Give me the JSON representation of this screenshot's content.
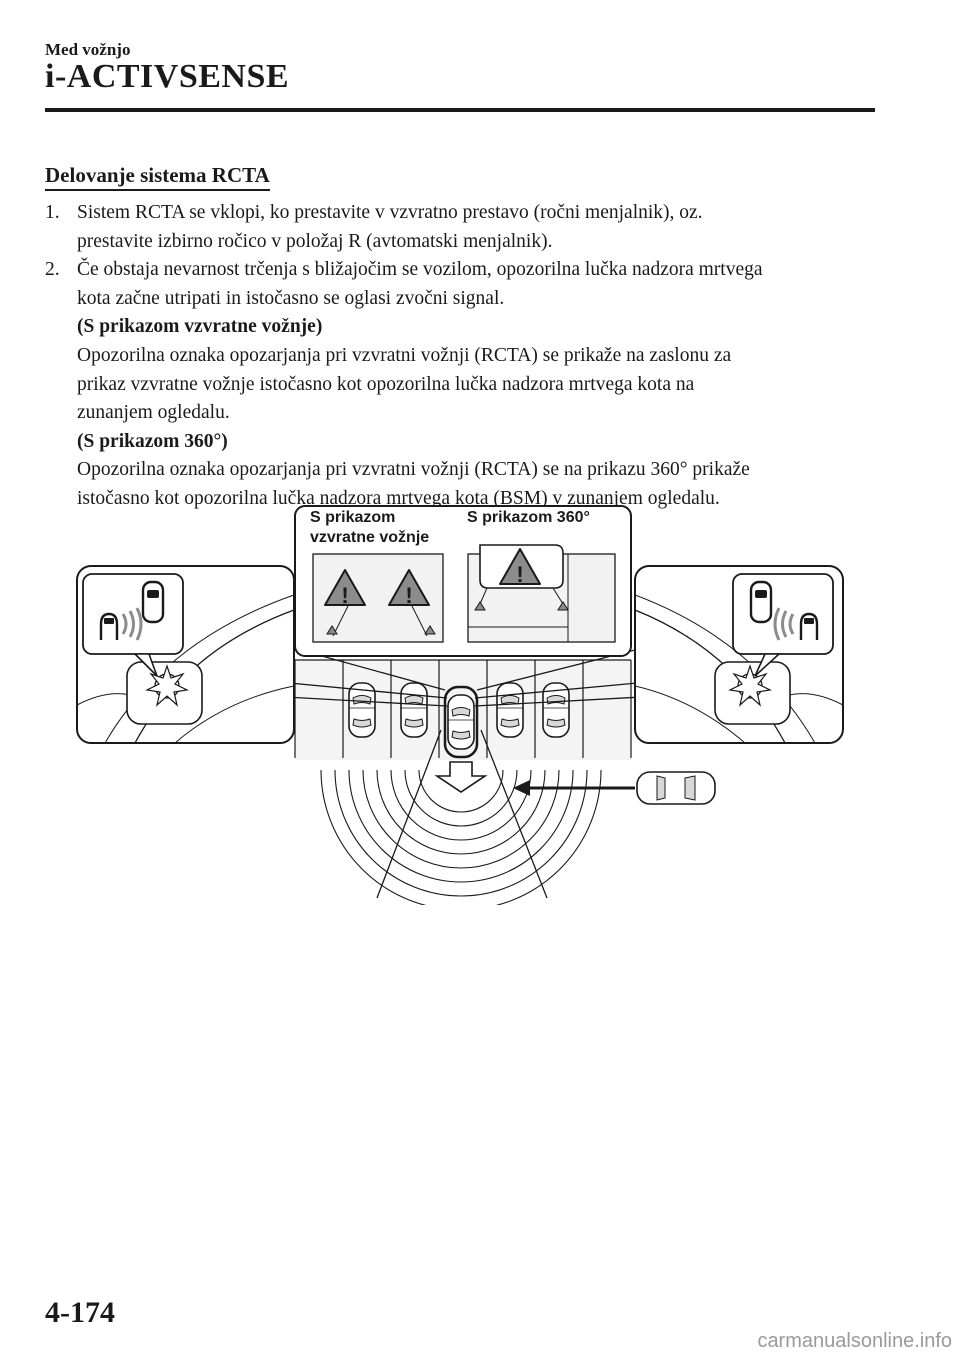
{
  "header": {
    "section_label": "Med vožnjo",
    "chapter_title": "i-ACTIVSENSE"
  },
  "heading": "Delovanje sistema RCTA",
  "steps": [
    {
      "num": "1.",
      "lines": [
        "Sistem RCTA se vklopi, ko prestavite v vzvratno prestavo (ročni menjalnik), oz.",
        "prestavite izbirno ročico v položaj R (avtomatski menjalnik)."
      ]
    },
    {
      "num": "2.",
      "lines": [
        "Če obstaja nevarnost trčenja s bližajočim se vozilom, opozorilna lučka nadzora mrtvega",
        "kota začne utripati in istočasno se oglasi zvočni signal."
      ]
    }
  ],
  "cases": [
    {
      "label": "(S prikazom vzvratne vožnje)",
      "lines": [
        "Opozorilna oznaka opozarjanja pri vzvratni vožnji (RCTA) se prikaže na zaslonu za",
        "prikaz vzvratne vožnje istočasno kot opozorilna lučka nadzora mrtvega kota na",
        "zunanjem ogledalu."
      ]
    },
    {
      "label": "(S prikazom 360°)",
      "lines": [
        "Opozorilna oznaka opozarjanja pri vzvratni vožnji (RCTA) se na prikazu 360° prikaže",
        "istočasno kot opozorilna lučka nadzora mrtvega kota (BSM) v zunanjem ogledalu."
      ]
    }
  ],
  "figure": {
    "label_rear_line1": "S prikazom",
    "label_rear_line2": "vzvratne vožnje",
    "label_360": "S prikazom 360°",
    "warning_glyph": "!",
    "icons": [
      "warning-triangle-icon",
      "bsm-indicator-icon",
      "flash-burst-icon",
      "car-icon",
      "reverse-arrow-icon"
    ]
  },
  "footer": {
    "page_number": "4-174",
    "watermark": "carmanualsonline.info"
  }
}
